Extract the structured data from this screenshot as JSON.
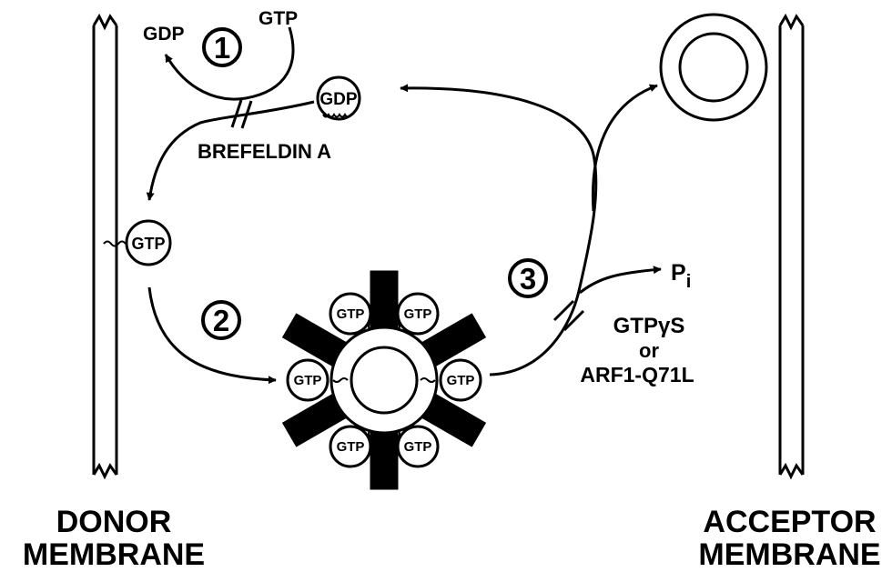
{
  "nucleotides": {
    "gdp": "GDP",
    "gtp": "GTP"
  },
  "steps": {
    "step1": "1",
    "step2": "2",
    "step3": "3"
  },
  "inhibitor": "BREFELDIN A",
  "hydrolysis_product": {
    "main": "P",
    "sub": "i"
  },
  "blockers": {
    "line1": "GTPγS",
    "line2": "or",
    "line3": "ARF1-Q71L"
  },
  "donor": {
    "line1": "DONOR",
    "line2": "MEMBRANE"
  },
  "acceptor": {
    "line1": "ACCEPTOR",
    "line2": "MEMBRANE"
  }
}
